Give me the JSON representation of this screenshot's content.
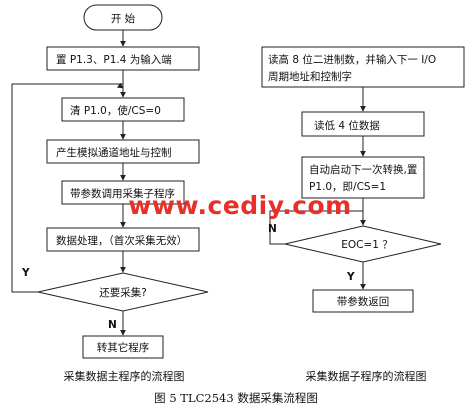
{
  "colors": {
    "stroke": "#222222",
    "text": "#111111",
    "watermark": "#e8302a"
  },
  "main_flow": {
    "start": "开    始",
    "set_input": "置 P1.3、P1.4 为输入端",
    "clear_p10": "清 P1.0，使/CS=0",
    "gen_address": "产生模拟通道地址与控制",
    "call_sub": "带参数调用采集子程序",
    "process": "数据处理，（首次采集无效）",
    "continue_q": "还要采集?",
    "branch_yes": "Y",
    "branch_no": "N",
    "goto_other": "转其它程序",
    "caption": "采集数据主程序的流程图"
  },
  "sub_flow": {
    "read_high_line1": "读高 8 位二进制数，并输入下一 I/O",
    "read_high_line2": "周期地址和控制字",
    "read_low": "读低 4 位数据",
    "auto_start_line1": "自动启动下一次转换,置",
    "auto_start_line2": "P1.0，即/CS=1",
    "eoc_q": "EOC=1  ？",
    "branch_no": "N",
    "branch_yes": "Y",
    "return": "带参数返回",
    "caption": "采集数据子程序的流程图"
  },
  "watermark": "www.cediy.com",
  "figure_caption": "图 5    TLC2543 数据采集流程图"
}
